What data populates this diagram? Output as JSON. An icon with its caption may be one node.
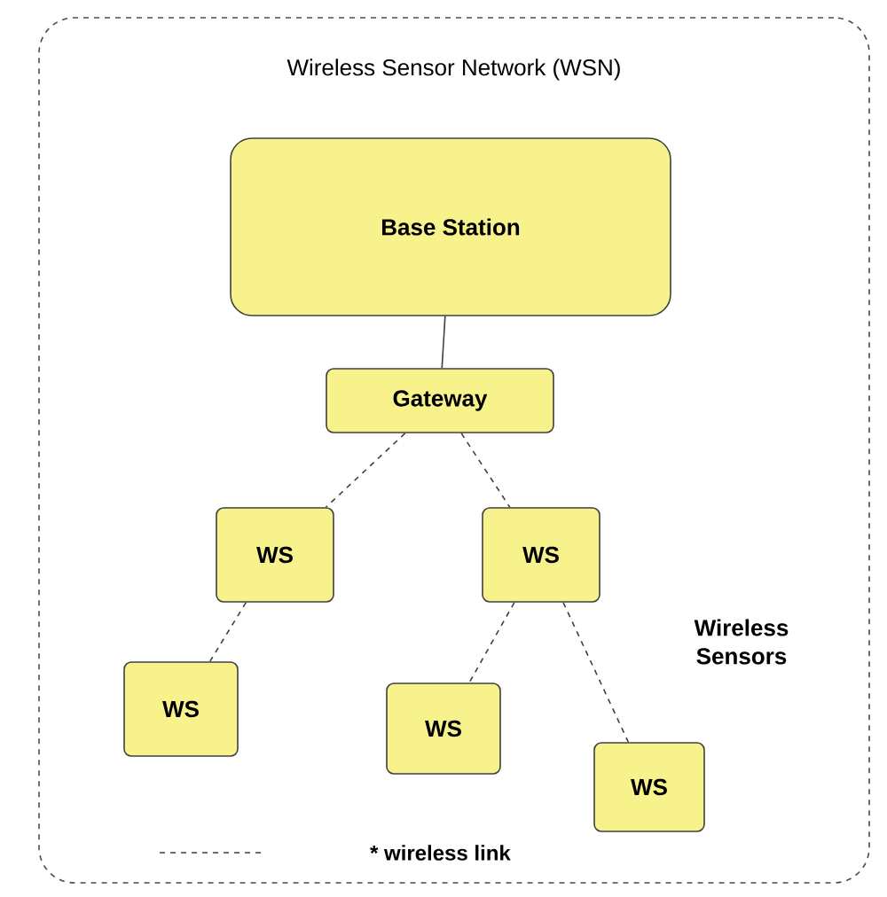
{
  "diagram": {
    "nodes": [
      {
        "text": [
          "Wireless Sensor Network (WSN)"
        ]
      },
      {
        "text": [
          "Base Station"
        ],
        "in": 0
      },
      {
        "text": [
          "Gateway"
        ],
        "in": 0
      },
      {
        "text": [
          "WS"
        ],
        "in": 0
      },
      {
        "text": [
          "WS"
        ],
        "in": 0
      },
      {
        "text": [
          "WS"
        ],
        "in": 0
      },
      {
        "text": [
          "WS"
        ],
        "in": 0
      },
      {
        "text": [
          "WS"
        ],
        "in": 0
      }
    ],
    "edges": [
      {
        "from": 1,
        "to": 2,
        "arrow": "none"
      },
      {
        "from": 2,
        "to": 3,
        "arrow": "none",
        "style": "dashed"
      },
      {
        "from": 2,
        "to": 4,
        "arrow": "none",
        "style": "dashed"
      },
      {
        "from": 3,
        "to": 5,
        "arrow": "none",
        "style": "dashed"
      },
      {
        "from": 4,
        "to": 6,
        "arrow": "none",
        "style": "dashed"
      },
      {
        "from": 4,
        "to": 7,
        "arrow": "none",
        "style": "dashed"
      }
    ],
    "labels": [
      "Wireless Sensors"
    ],
    "legend": [
      {
        "text": "* wireless link"
      }
    ]
  }
}
